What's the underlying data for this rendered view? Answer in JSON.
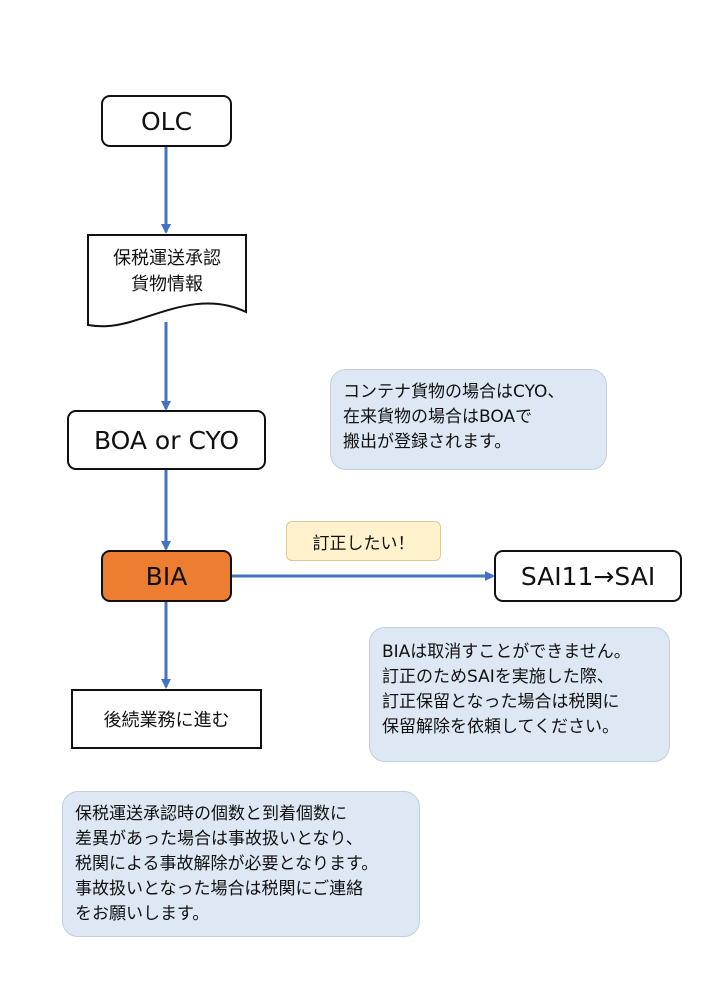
{
  "nodes": {
    "olc": "OLC",
    "document": [
      "保税運送承認",
      "貨物情報"
    ],
    "boa_cyo": "BOA or CYO",
    "bia": "BIA",
    "sai": "SAI11→SAI",
    "next": "後続業務に進む"
  },
  "edge_label": "訂正したい！",
  "notes": {
    "cyo_boa": [
      "コンテナ貨物の場合はCYO、",
      "在来貨物の場合はBOAで",
      "搬出が登録されます。"
    ],
    "bia": [
      "BIAは取消すことができません。",
      "訂正のためSAIを実施した際、",
      "訂正保留となった場合は税関に",
      "保留解除を依頼してください。"
    ],
    "accident": [
      "保税運送承認時の個数と到着個数に",
      "差異があった場合は事故扱いとなり、",
      "税関による事故解除が必要となります。",
      "事故扱いとなった場合は税関にご連絡",
      "をお願いします。"
    ]
  },
  "colors": {
    "arrow": "#4472c4",
    "bia_fill": "#ed7d31",
    "note_fill": "#dde8f4",
    "tag_fill": "#fff2cc"
  }
}
